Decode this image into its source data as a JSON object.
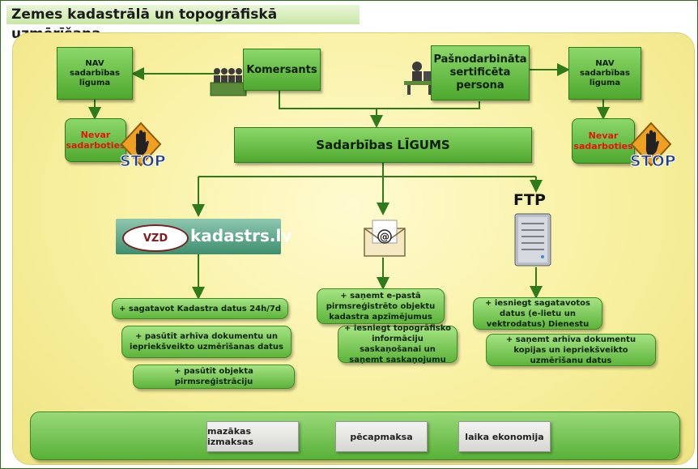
{
  "title": "Zemes kadastrālā un topogrāfiskā uzmērīšana",
  "nav_left": "NAV sadarbības līguma",
  "nav_right": "NAV sadarbības līguma",
  "komersants": "Komersants",
  "pasnodarbinata": "Pašnodarbināta sertificēta persona",
  "nevar_left": "Nevar sadarboties",
  "nevar_right": "Nevar sadarboties",
  "stop_label": "STOP",
  "ligums": "Sadarbības LĪGUMS",
  "kadastrs_logo": "kadastrs.lv",
  "vzd_logo": "VZD",
  "ftp_label": "FTP",
  "kadastrs_items": [
    "+ sagatavot Kadastra datus 24h/7d",
    "+ pasūtīt arhīva dokumentu un iepriekšveikto uzmērīšanas datus",
    "+ pasūtīt objekta pirmsreģistrāciju"
  ],
  "email_items": [
    "+ saņemt e-pastā pirmsreģistrēto objektu kadastra apzīmējumus",
    "+ iesniegt topogrāfisko informāciju saskaņošanai un saņemt saskaņojumu"
  ],
  "ftp_items": [
    "+ iesniegt sagatavotos datus (e-lietu un vektrodatus) Dienestu",
    "+ saņemt arhīva dokumentu kopijas un iepriekšveikto uzmērīšanu datus"
  ],
  "benefits": [
    "mazākas izmaksas",
    "pēcapmaksa",
    "laika ekonomija"
  ],
  "colors": {
    "green": "#5db43b",
    "panel": "#f8f0a0",
    "stop_red": "#d3201a",
    "warn_orange": "#f0a020"
  }
}
